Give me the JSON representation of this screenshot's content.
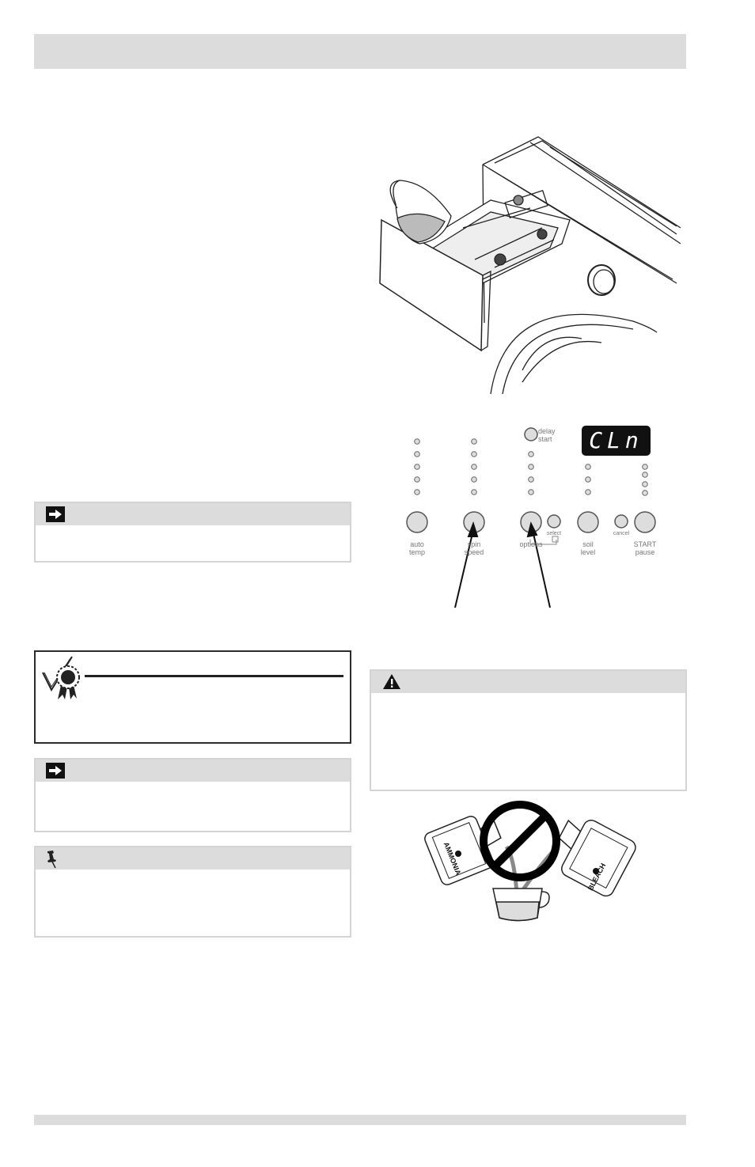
{
  "control_panel": {
    "delay_start": "delay\nstart",
    "display": "CLn",
    "auto_temp": "auto\ntemp",
    "spin_speed": "spin\nspeed",
    "options": "options",
    "select": "select",
    "soil_level": "soil\nlevel",
    "cancel": "cancel",
    "start_pause": "START\npause"
  },
  "bottles": {
    "left": "AMMONIA",
    "right": "BLEACH"
  },
  "icons": {
    "note": "arrow-right-icon",
    "tip": "award-ribbon-icon",
    "important": "pushpin-icon",
    "warning": "warning-triangle-icon",
    "no_mix": "prohibition-icon"
  }
}
